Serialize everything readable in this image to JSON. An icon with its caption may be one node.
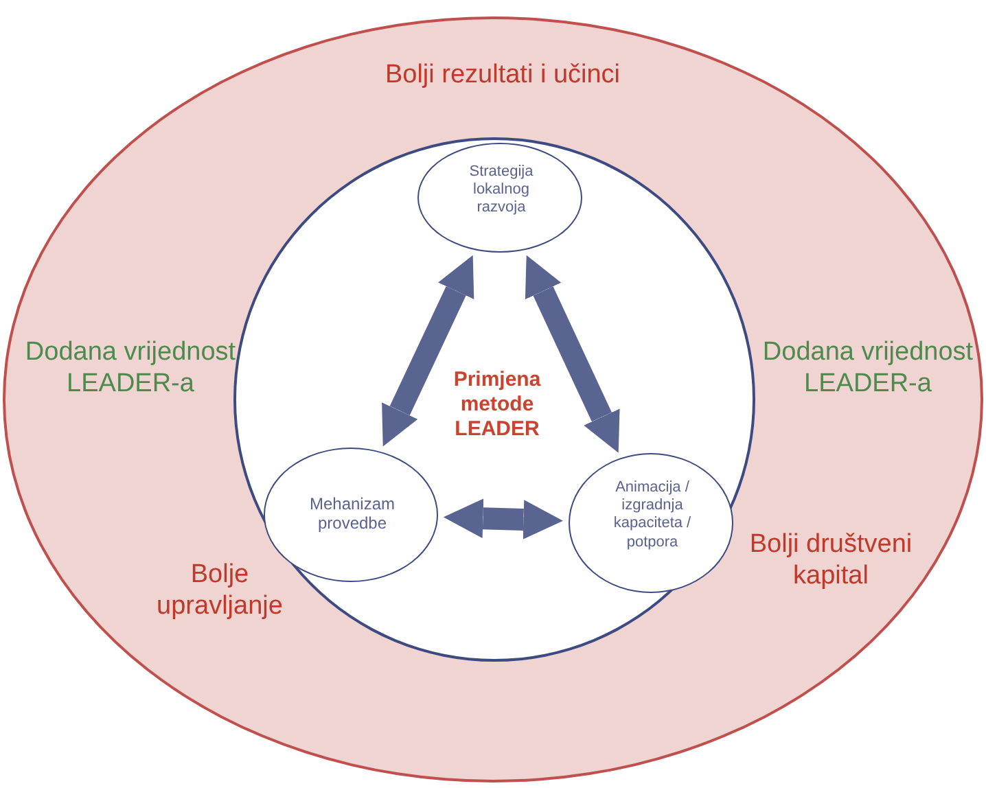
{
  "diagram": {
    "nodes": [
      {
        "text": [
          "Bolji rezultati i učinci",
          "Dodana vrijednost LEADER-a",
          "Dodana vrijednost LEADER-a",
          "Bolje upravljanje",
          "Bolji društveni kapital"
        ]
      },
      {
        "text": [
          "Primjena metode LEADER"
        ],
        "in": 0
      },
      {
        "text": [
          "Strategija lokalnog razvoja"
        ],
        "in": 1
      },
      {
        "text": [
          "Mehanizam provedbe"
        ],
        "in": 1
      },
      {
        "text": [
          "Animacija / izgradnja kapaciteta / potpora"
        ],
        "in": 1
      }
    ],
    "edges": [
      {
        "from": 2,
        "to": 3,
        "arrow": "both"
      },
      {
        "from": 2,
        "to": 4,
        "arrow": "both"
      },
      {
        "from": 3,
        "to": 4,
        "arrow": "both"
      }
    ]
  }
}
